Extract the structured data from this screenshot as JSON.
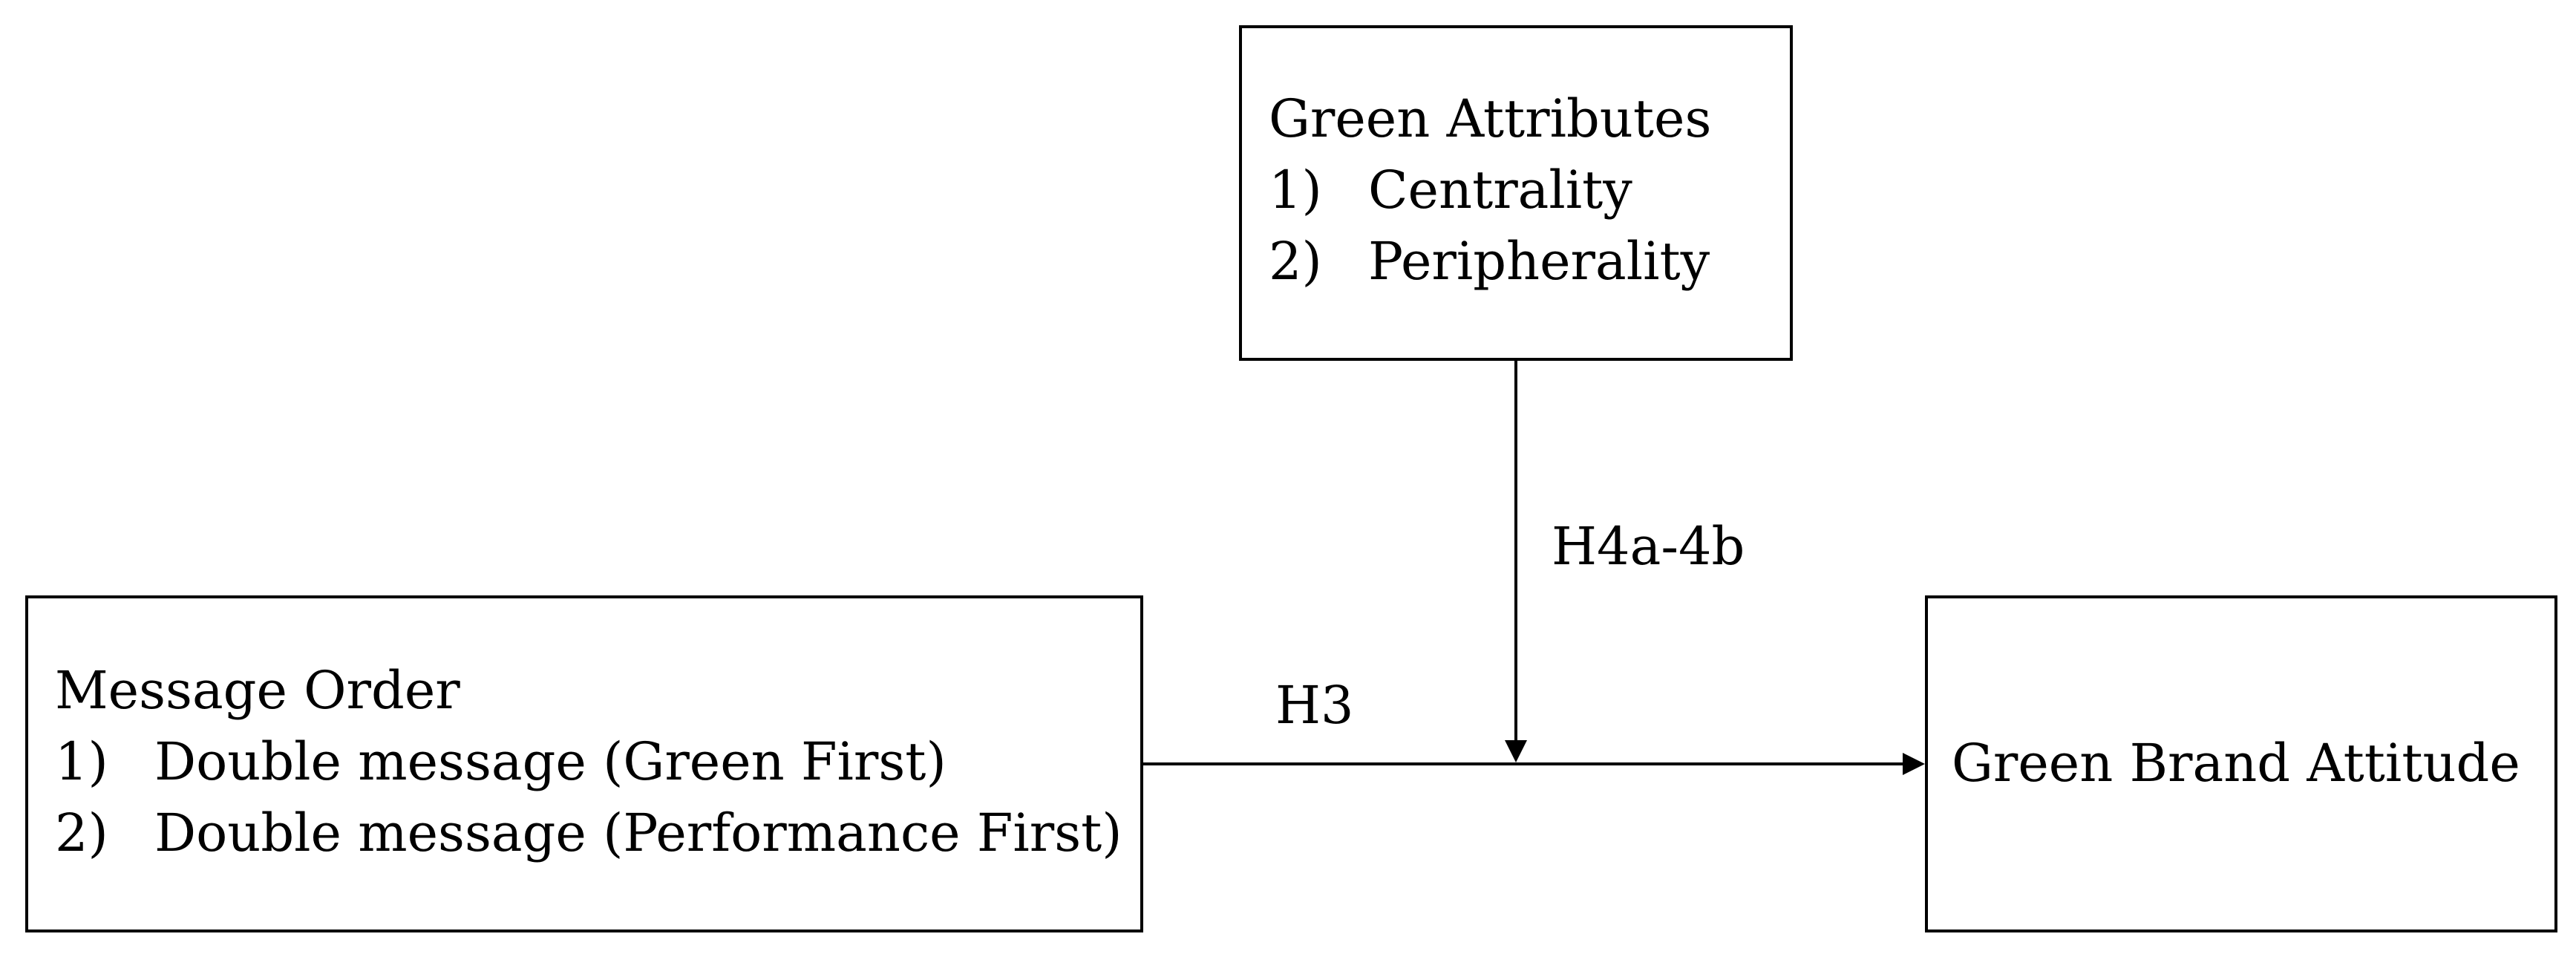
{
  "nodes": {
    "attributes": {
      "title": "Green Attributes",
      "items": [
        {
          "num": "1)",
          "text": "Centrality"
        },
        {
          "num": "2)",
          "text": "Peripherality"
        }
      ]
    },
    "order": {
      "title": "Message Order",
      "items": [
        {
          "num": "1)",
          "text": "Double message (Green First)"
        },
        {
          "num": "2)",
          "text": "Double message (Performance First)"
        }
      ]
    },
    "attitude": {
      "title": "Green Brand Attitude"
    }
  },
  "edges": {
    "h3": {
      "label": "H3"
    },
    "h4": {
      "label": "H4a-4b"
    }
  }
}
